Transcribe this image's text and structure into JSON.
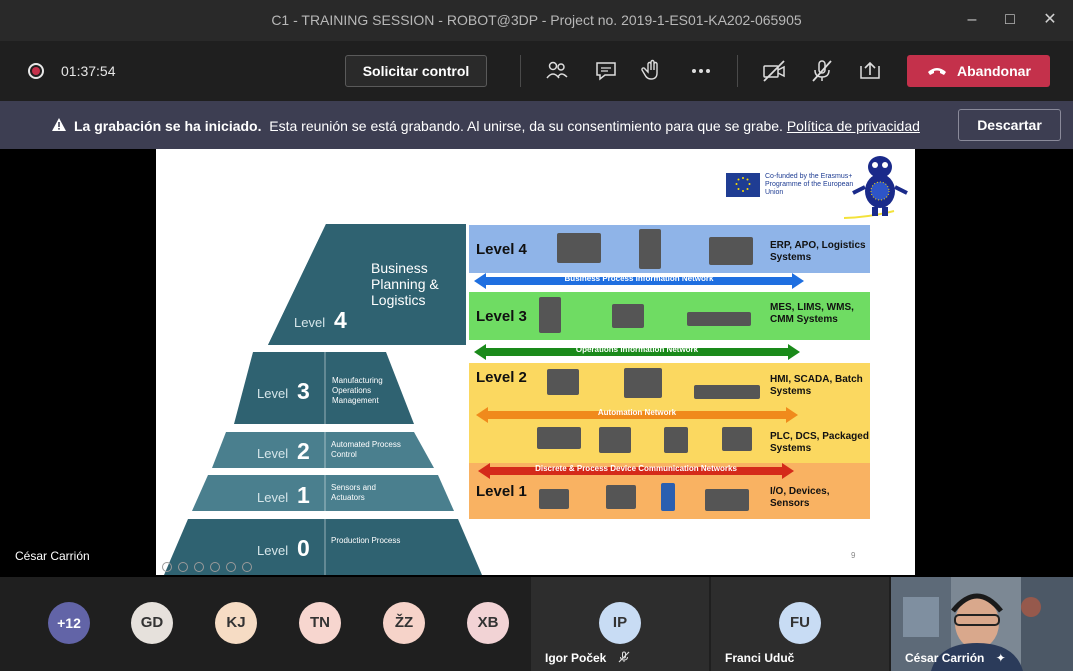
{
  "window": {
    "title": "C1 - TRAINING SESSION - ROBOT@3DP - Project no. 2019-1-ES01-KA202-065905"
  },
  "toolbar": {
    "timer": "01:37:54",
    "request_control_label": "Solicitar control",
    "leave_label": "Abandonar",
    "icons": [
      "participants-icon",
      "chat-icon",
      "raise-hand-icon",
      "more-actions-icon",
      "camera-off-icon",
      "mic-off-icon",
      "share-tray-icon"
    ]
  },
  "banner": {
    "bold_text": "La grabación se ha iniciado.",
    "text": "Esta reunión se está grabando. Al unirse, da su consentimiento para que se grabe.",
    "link_text": "Política de privacidad",
    "dismiss_label": "Descartar"
  },
  "stage": {
    "presenter_name": "César Carrión"
  },
  "slide": {
    "eu_text": "Co-funded by the Erasmus+ Programme of the European Union",
    "slide_number": "9",
    "pyramid": [
      {
        "word": "Level",
        "num": "4",
        "desc": "Business Planning & Logistics"
      },
      {
        "word": "Level",
        "num": "3",
        "desc": "Manufacturing Operations Management"
      },
      {
        "word": "Level",
        "num": "2",
        "desc": "Automated Process Control"
      },
      {
        "word": "Level",
        "num": "1",
        "desc": "Sensors and Actuators"
      },
      {
        "word": "Level",
        "num": "0",
        "desc": "Production Process"
      }
    ],
    "bands": [
      {
        "title": "Level 4",
        "systems": "ERP, APO, Logistics Systems",
        "color": "#8fb4e8"
      },
      {
        "title": "Level 3",
        "systems": "MES, LIMS, WMS, CMM Systems",
        "color": "#6fdc63"
      },
      {
        "title": "Level 2",
        "systems": "HMI, SCADA, Batch Systems",
        "color": "#fbd860"
      },
      {
        "title": "",
        "systems": "PLC, DCS, Packaged Systems",
        "color": "#fbd860"
      },
      {
        "title": "Level 1",
        "systems": "I/O, Devices, Sensors",
        "color": "#f9b262"
      }
    ],
    "networks": [
      {
        "label": "Business Process Information Network",
        "color": "#1f6fe0"
      },
      {
        "label": "Operations Information Network",
        "color": "#1a8a1a"
      },
      {
        "label": "Automation Network",
        "color": "#f08a1c"
      },
      {
        "label": "Discrete & Process Device Communication Networks",
        "color": "#d42a1a"
      }
    ]
  },
  "participants": {
    "overflow_count": "+12",
    "avatars": [
      {
        "initials": "GD",
        "color": "#e6e1dc"
      },
      {
        "initials": "KJ",
        "color": "#f6dcc4"
      },
      {
        "initials": "TN",
        "color": "#f7d6cf"
      },
      {
        "initials": "ŽZ",
        "color": "#f6d3c9"
      },
      {
        "initials": "XB",
        "color": "#f2d3d5"
      }
    ],
    "tiles": [
      {
        "initials": "IP",
        "name": "Igor Poček",
        "color": "#c8dcf4"
      },
      {
        "initials": "FU",
        "name": "Franci Uduč",
        "color": "#c8dcf4"
      }
    ],
    "video_name": "César Carrión"
  }
}
